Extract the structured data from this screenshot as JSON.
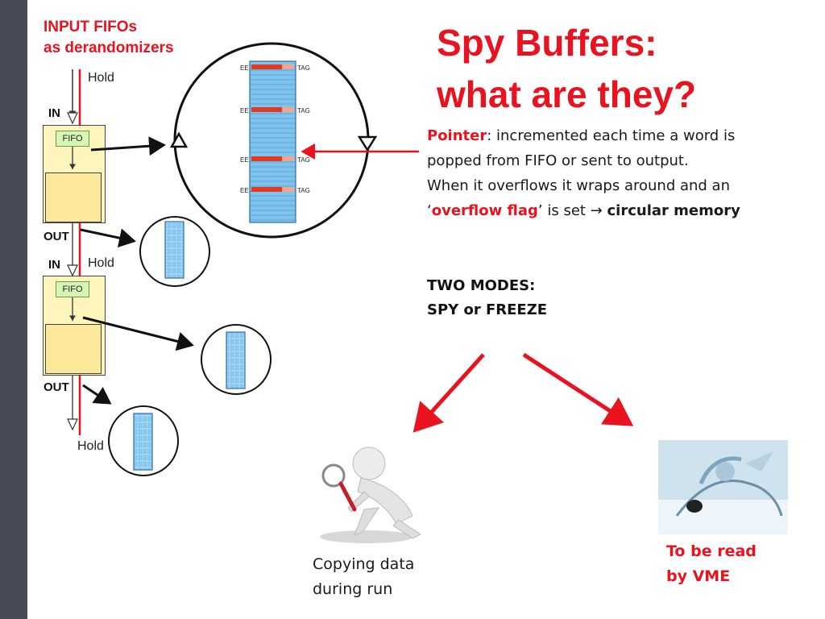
{
  "slide": {
    "header_line1": "INPUT FIFOs",
    "header_line2": "as derandomizers",
    "title_line1": "Spy  Buffers:",
    "title_line2": "what are they?"
  },
  "diagram": {
    "hold_top": "Hold",
    "in_top": "IN",
    "fifo_top": "FIFO",
    "out_top": "OUT",
    "in_mid": "IN",
    "hold_mid": "Hold",
    "fifo_mid": "FIFO",
    "out_bottom": "OUT",
    "hold_bottom": "Hold",
    "buffer_rows": [
      {
        "left": "EE",
        "right": "TAG"
      },
      {
        "left": "EE",
        "right": "TAG"
      },
      {
        "left": "EE",
        "right": "TAG"
      },
      {
        "left": "EE",
        "right": "TAG"
      }
    ]
  },
  "text": {
    "pointer_word": "Pointer",
    "pointer_rest": ": incremented each time a word is",
    "line2": "popped from FIFO or sent to output.",
    "line3": "When it overflows it wraps around and an",
    "quote_open": "‘",
    "overflow_flag": "overflow flag",
    "quote_close_set": "’ is set → ",
    "circular_memory": "circular memory",
    "modes_line1": "TWO MODES:",
    "modes_line2": "SPY or FREEZE",
    "caption_spy_line1": "Copying data",
    "caption_spy_line2": "during run",
    "caption_freeze_line1": "To be read",
    "caption_freeze_line2": "by VME"
  },
  "colors": {
    "accent_red": "#e8131e",
    "buffer_blue": "#7ec3ee",
    "fifo_yellow": "#fdf5bc",
    "sidebar": "#474a55"
  }
}
